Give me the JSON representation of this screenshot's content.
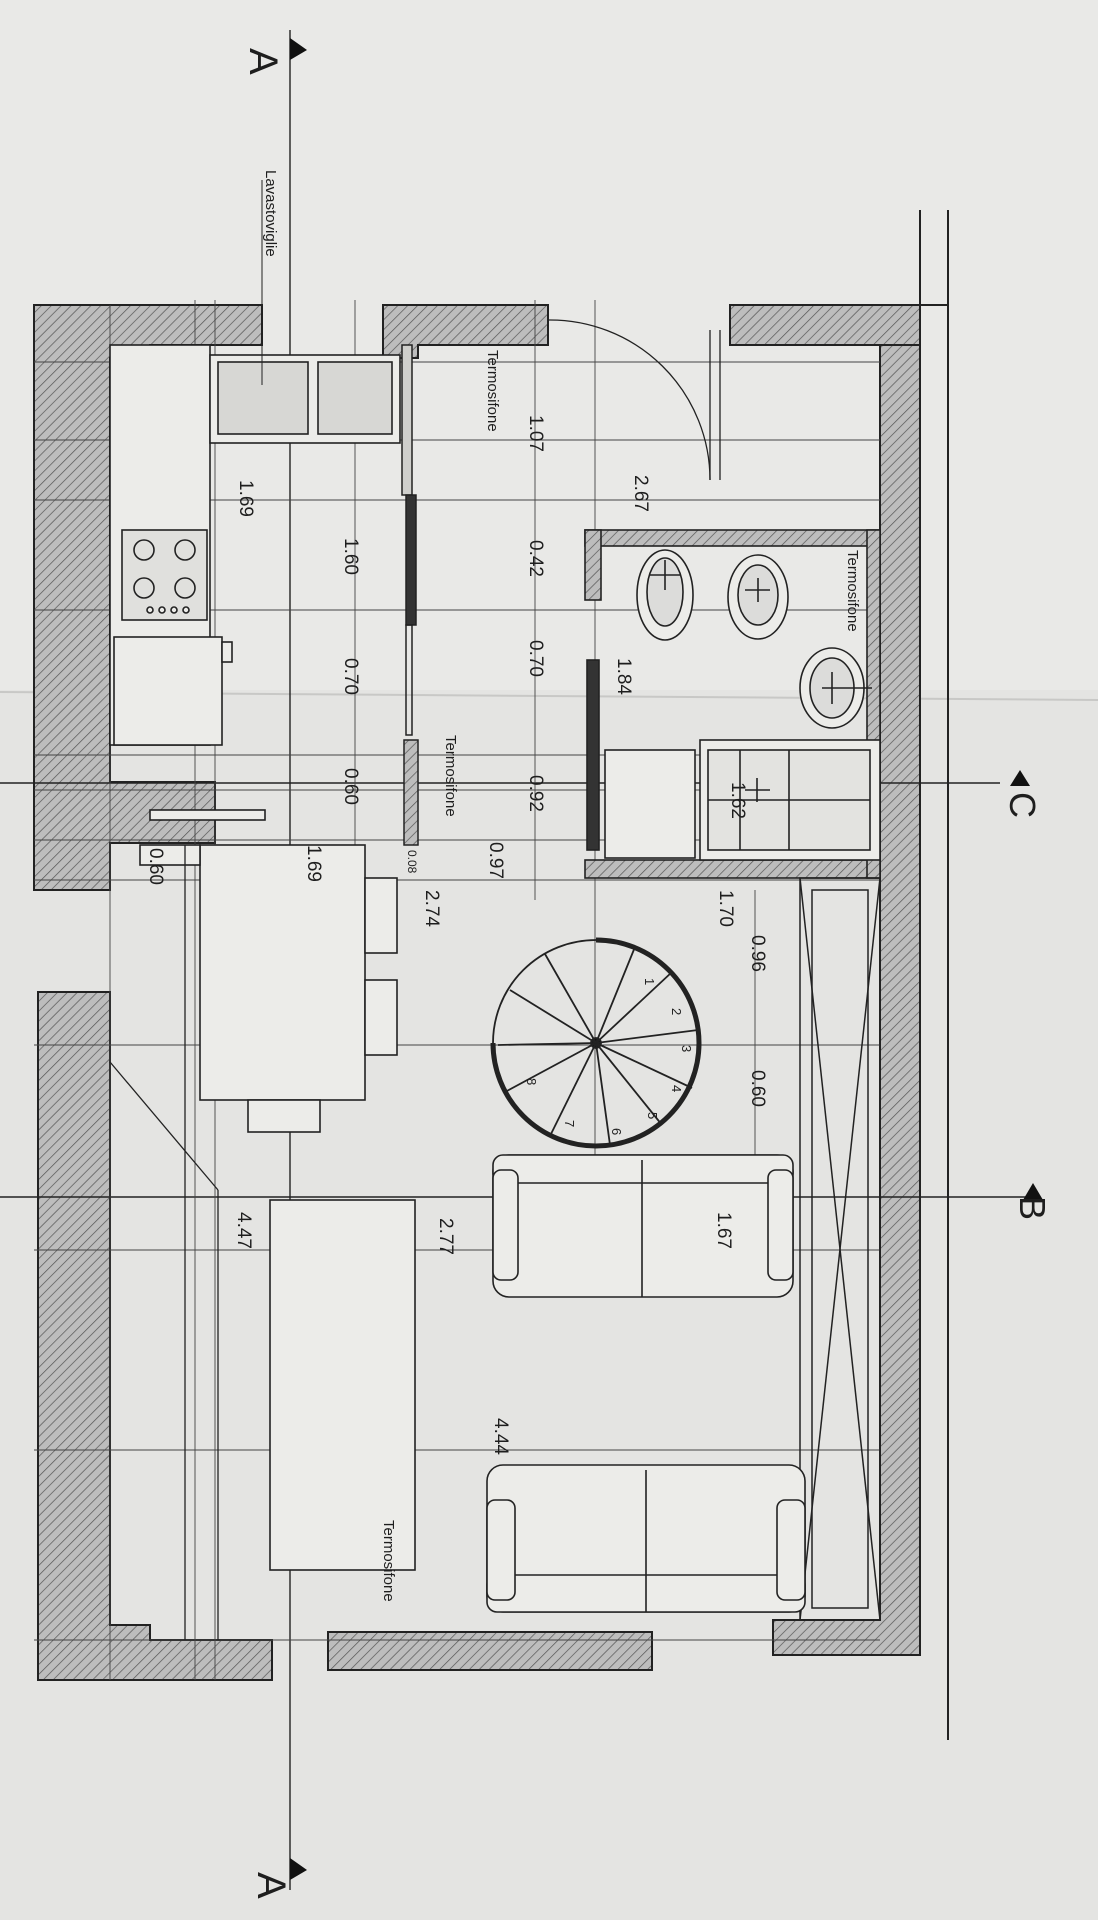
{
  "section_marks": {
    "a_top": "A",
    "a_bottom": "A",
    "b": "B",
    "c": "C"
  },
  "labels": {
    "dishwasher": "Lavastoviglie",
    "radiator_1": "Termosifone",
    "radiator_2": "Termosifone",
    "radiator_3": "Termosifone",
    "radiator_4": "Termosifone"
  },
  "dimensions": {
    "d_2_67": "2.67",
    "d_1_69_kitchen": "1.69",
    "d_1_07": "1.07",
    "d_1_60": "1.60",
    "d_0_42": "0.42",
    "d_0_70_a": "0.70",
    "d_0_70_b": "0.70",
    "d_1_84": "1.84",
    "d_0_92": "0.92",
    "d_0_60_a": "0.60",
    "d_1_62": "1.62",
    "d_0_08": "0.08",
    "d_0_97": "0.97",
    "d_0_60_b": "0.60",
    "d_1_69_table": "1.69",
    "d_2_74": "2.74",
    "d_1_70": "1.70",
    "d_0_96": "0.96",
    "d_0_60_c": "0.60",
    "d_2_77": "2.77",
    "d_4_47": "4.47",
    "d_1_67": "1.67",
    "d_4_44": "4.44"
  },
  "stair_steps": [
    "1",
    "2",
    "3",
    "4",
    "5",
    "6",
    "7",
    "8"
  ]
}
